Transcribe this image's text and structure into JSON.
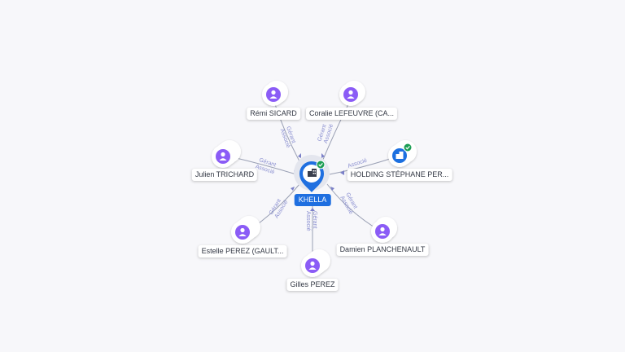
{
  "center": {
    "name": "KHELLA",
    "icon": "building-icon",
    "verified": true
  },
  "nodes": [
    {
      "id": "remi",
      "label": "Rémi SICARD",
      "type": "person",
      "roles": [
        "Gérant",
        "Associé"
      ]
    },
    {
      "id": "coralie",
      "label": "Coralie LEFEUVRE (CA...",
      "type": "person",
      "roles": [
        "Gérant",
        "Associé"
      ]
    },
    {
      "id": "julien",
      "label": "Julien TRICHARD",
      "type": "person",
      "roles": [
        "Gérant",
        "Associé"
      ]
    },
    {
      "id": "holding",
      "label": "HOLDING STÉPHANE PER...",
      "type": "company",
      "verified": true,
      "roles": [
        "Associé"
      ]
    },
    {
      "id": "estelle",
      "label": "Estelle PEREZ (GAULT...",
      "type": "person",
      "roles": [
        "Gérant",
        "Associé"
      ]
    },
    {
      "id": "damien",
      "label": "Damien PLANCHENAULT",
      "type": "person",
      "roles": [
        "Gérant",
        "Associé"
      ]
    },
    {
      "id": "gilles",
      "label": "Gilles PEREZ",
      "type": "person",
      "roles": [
        "Gérant",
        "Associé"
      ]
    }
  ],
  "colors": {
    "person": "#8b5cf6",
    "company": "#1f6fe0",
    "edge": "#9aa0b4",
    "verified": "#1e9e55"
  }
}
